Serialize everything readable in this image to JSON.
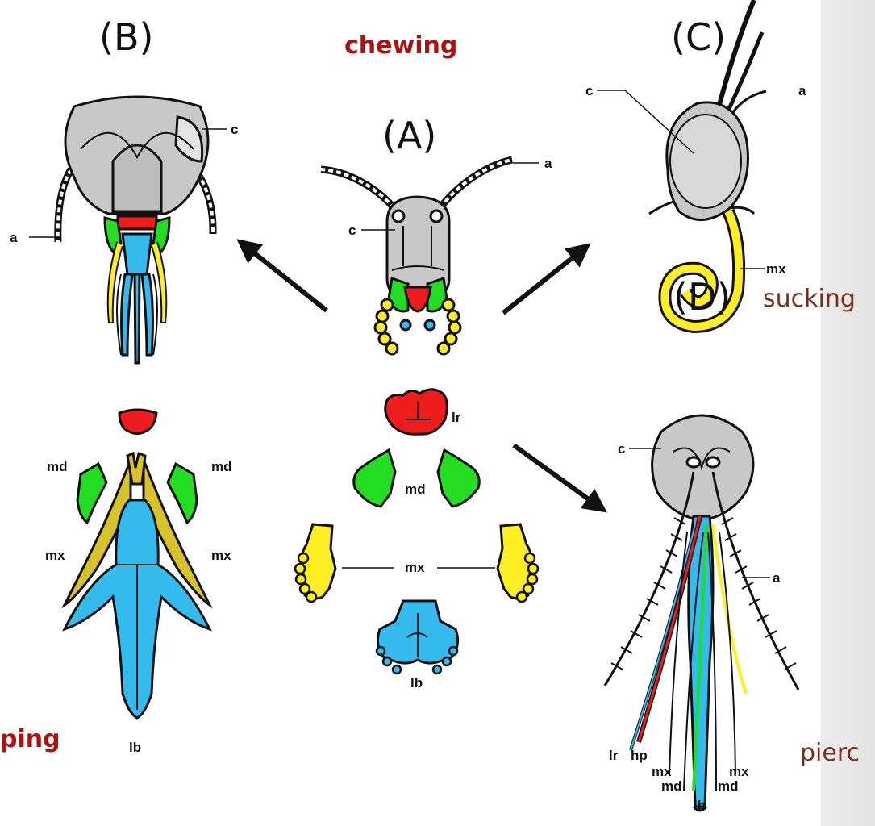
{
  "panels": {
    "A": "(A)",
    "B": "(B)",
    "C": "(C)",
    "D": "(D)"
  },
  "captions": {
    "chewing": "chewing",
    "sponging": "ping",
    "sucking": "sucking",
    "piercing": "pierc"
  },
  "labels": {
    "c": "c",
    "a": "a",
    "lr": "lr",
    "md": "md",
    "mx": "mx",
    "lb": "lb",
    "hp": "hp"
  },
  "colors": {
    "head": "#c8c8c8",
    "labrum": "#ee1c1c",
    "mandible": "#22dd22",
    "maxilla": "#ffee22",
    "maxilla_dark": "#d8c22a",
    "labium": "#33bbee",
    "caption": "#b01010",
    "caption_plain": "#7a2e1e"
  }
}
